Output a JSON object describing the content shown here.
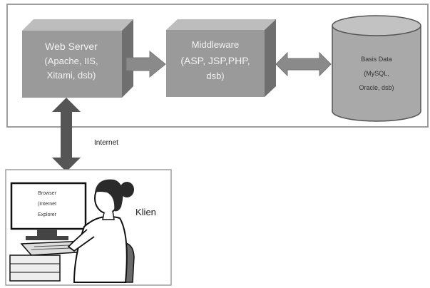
{
  "colors": {
    "box_front": "#9a9a9a",
    "box_top": "#bdbdbd",
    "box_side": "#6f6f6f",
    "arrow": "#8a8a8a",
    "big_arrow": "#555555",
    "cylinder": "#a9a9a9",
    "frame": "#9e9e9e"
  },
  "diagram": {
    "web_server": {
      "title": "Web Server",
      "line2": "(Apache, IIS,",
      "line3": "Xitami, dsb)"
    },
    "middleware": {
      "title": "Middleware",
      "line2": "(ASP, JSP,PHP,",
      "line3": "dsb)"
    },
    "database": {
      "title": "Basis Data",
      "line2": "(MySQL,",
      "line3": "Oracle, dsb)"
    },
    "internet_label": "Internet",
    "client": {
      "label": "Klien",
      "screen_line1": "Browser",
      "screen_line2": "(Internet",
      "screen_line3": "Explorer"
    }
  }
}
